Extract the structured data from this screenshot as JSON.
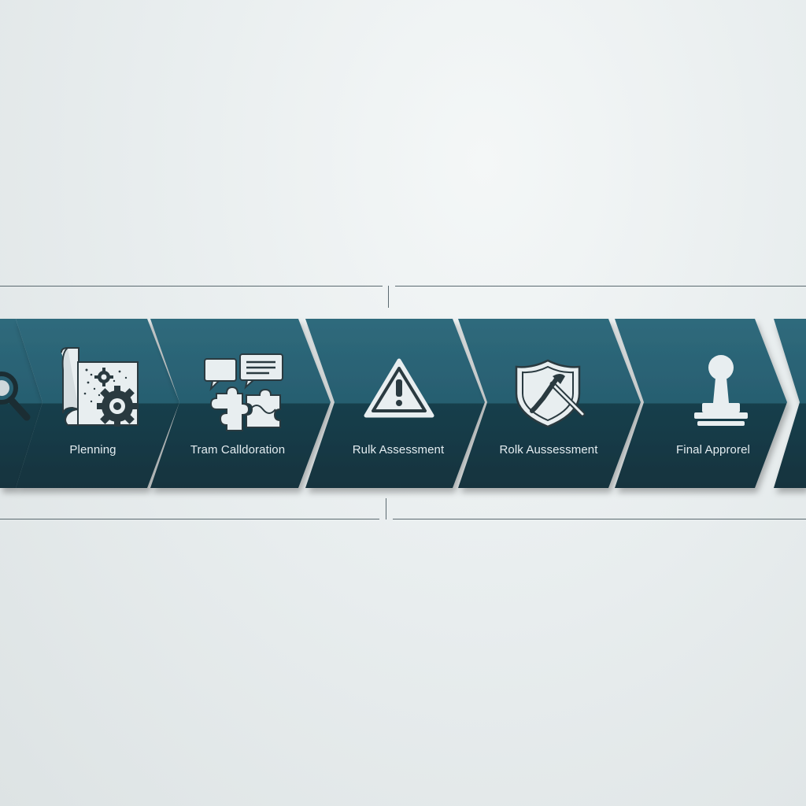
{
  "diagram": {
    "steps": [
      {
        "id": "planning",
        "label": "Plenning",
        "icon": "blueprint-gear-icon"
      },
      {
        "id": "team-collaboration",
        "label": "Tram Calldoration",
        "icon": "chat-puzzle-icon"
      },
      {
        "id": "risk-assessment-1",
        "label": "Rulk Assessment",
        "icon": "warning-triangle-icon"
      },
      {
        "id": "risk-assessment-2",
        "label": "Rolk Aussessment",
        "icon": "shield-tools-icon"
      },
      {
        "id": "final-approval",
        "label": "Final Approrel",
        "icon": "approval-stamp-icon"
      }
    ],
    "colors": {
      "chevron_top": "#2c6577",
      "chevron_bottom": "#163e4b",
      "icon_fill": "#e8eef0",
      "icon_stroke": "#2a3a40",
      "guide_line": "#5b6a70"
    }
  }
}
